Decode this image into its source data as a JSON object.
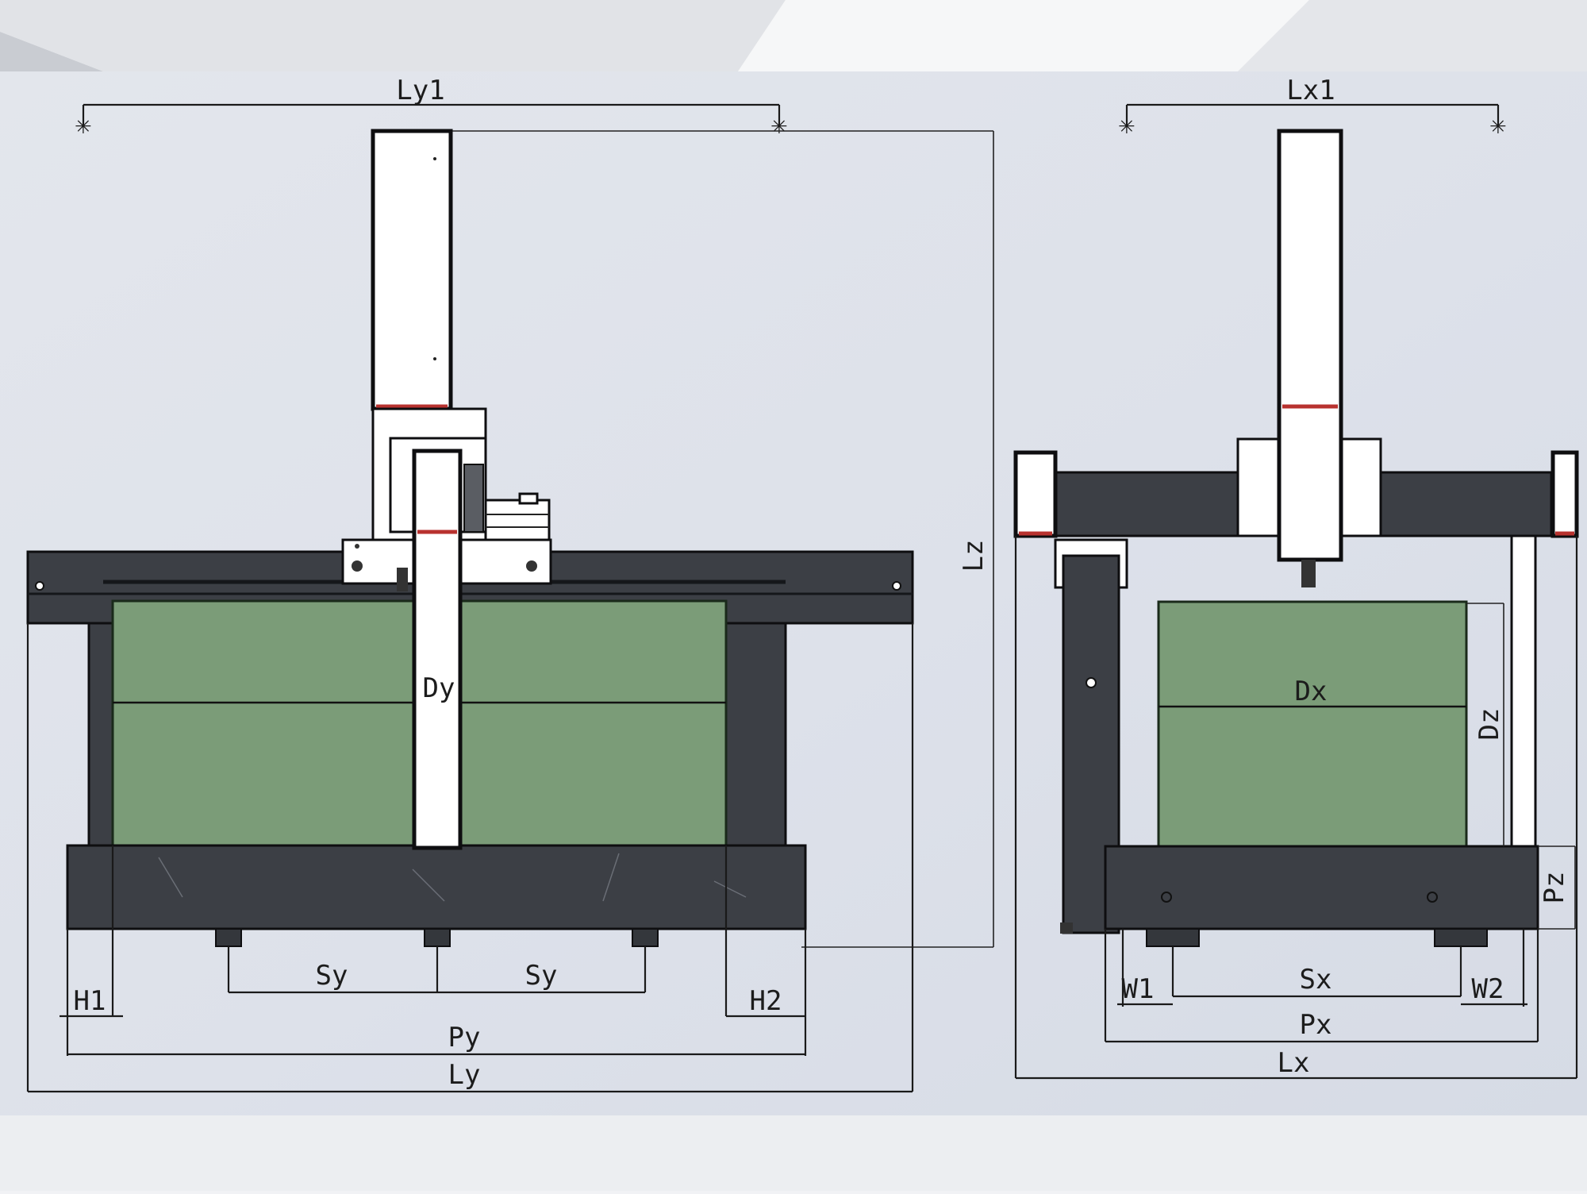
{
  "labels": {
    "ly1": "Ly1",
    "lx1": "Lx1",
    "lz": "Lz",
    "dy": "Dy",
    "dx": "Dx",
    "dz": "Dz",
    "pz": "Pz",
    "sy_left": "Sy",
    "sy_right": "Sy",
    "sx": "Sx",
    "h1": "H1",
    "h2": "H2",
    "w1": "W1",
    "w2": "W2",
    "py": "Py",
    "ly": "Ly",
    "px": "Px",
    "lx": "Lx"
  },
  "colors": {
    "background": "#f1f2f5",
    "granite": "#3c3f45",
    "workpiece": "#7b9c78",
    "white_parts": "#ffffff",
    "accent_red": "#b8322f"
  }
}
